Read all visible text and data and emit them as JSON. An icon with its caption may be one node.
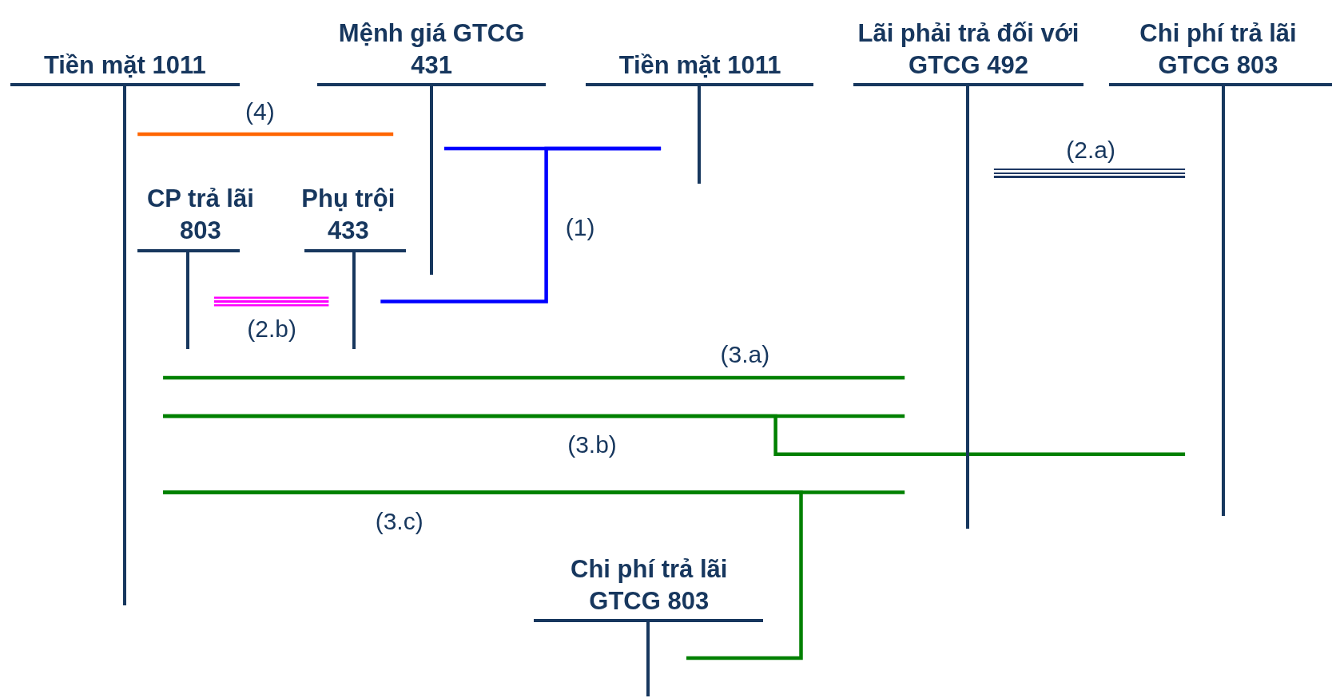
{
  "diagram": {
    "nodes": [
      {
        "text": [
          "Tiền mặt 1011"
        ]
      },
      {
        "text": [
          "Mệnh giá GTCG 431"
        ]
      },
      {
        "text": [
          "Tiền mặt 1011"
        ]
      },
      {
        "text": [
          "Lãi phải trả đối với GTCG 492"
        ]
      },
      {
        "text": [
          "Chi phí trả lãi GTCG 803"
        ]
      },
      {
        "text": [
          "CP trả lãi 803"
        ]
      },
      {
        "text": [
          "Phụ trội 433"
        ]
      },
      {
        "text": [
          "Chi phí trả lãi GTCG 803"
        ]
      }
    ],
    "edges": [
      {
        "from": 0,
        "to": 1,
        "arrow": "none",
        "label": "(4)",
        "color": "#ff6600"
      },
      {
        "from": 2,
        "to": 1,
        "arrow": "none",
        "color": "#0000ff"
      },
      {
        "from": 2,
        "to": 6,
        "arrow": "none",
        "label": "(1)",
        "color": "#0000ff"
      },
      {
        "from": 4,
        "to": 3,
        "arrow": "none",
        "label": "(2.a)",
        "color": "#1f3864"
      },
      {
        "from": 5,
        "to": 6,
        "arrow": "none",
        "label": "(2.b)",
        "color": "#ff00ff"
      },
      {
        "from": 0,
        "to": 3,
        "arrow": "none",
        "label": "(3.a)"
      },
      {
        "from": 0,
        "to": 3,
        "arrow": "none",
        "label": "(3.b)"
      },
      {
        "from": 0,
        "to": 4,
        "arrow": "none"
      },
      {
        "from": 0,
        "to": 3,
        "arrow": "none",
        "label": "(3.c)"
      },
      {
        "from": 0,
        "to": 7,
        "arrow": "none"
      }
    ]
  }
}
